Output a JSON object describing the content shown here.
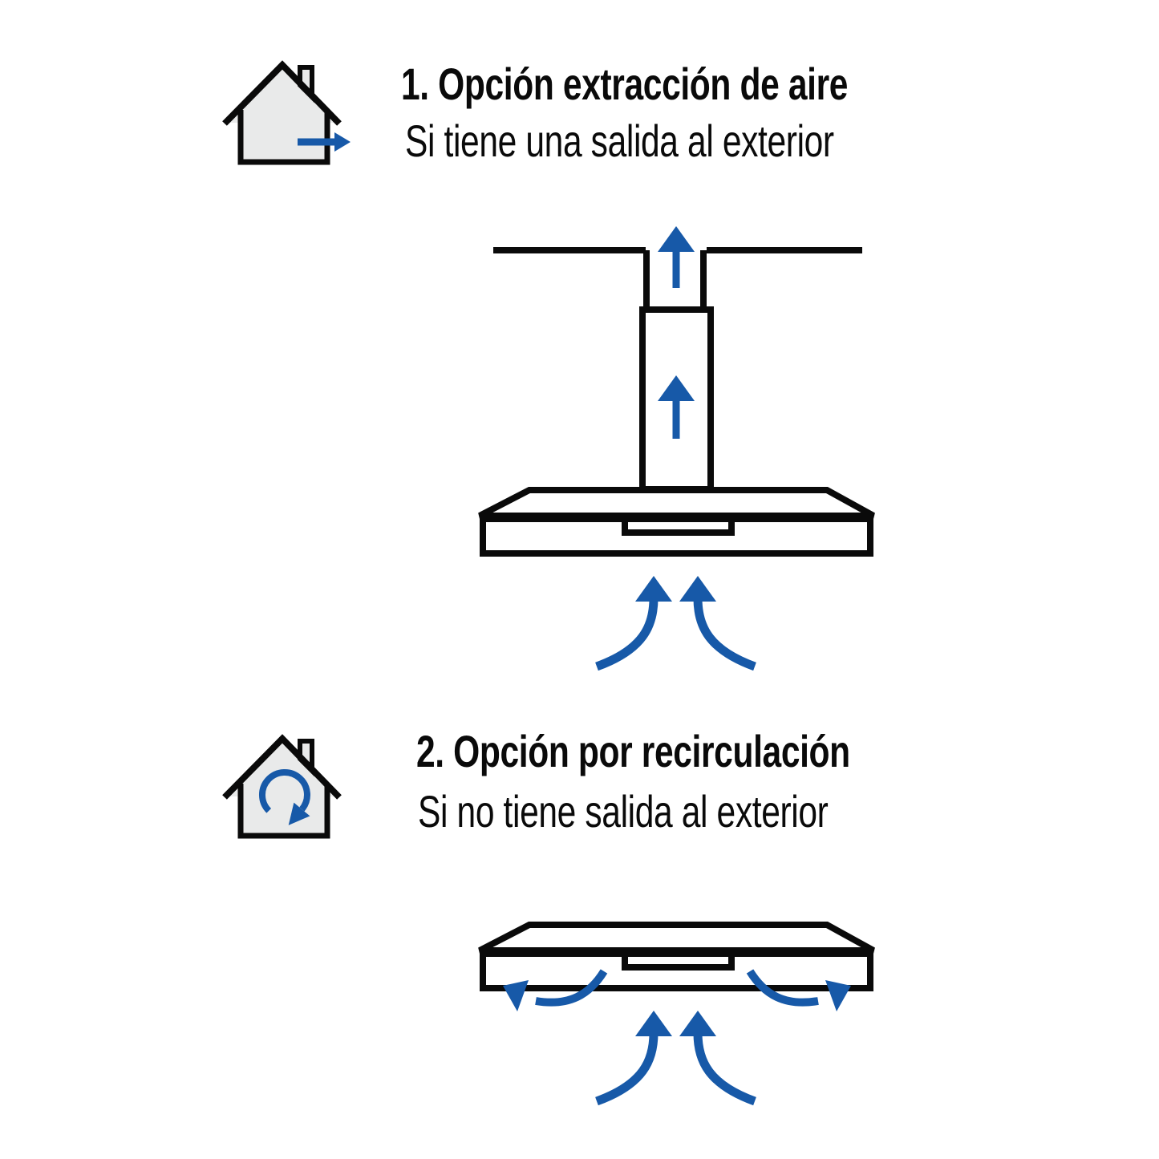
{
  "colors": {
    "ink": "#0a0a0a",
    "accent_blue": "#1759a8",
    "house_fill": "#e9eaea",
    "paper": "#ffffff"
  },
  "sections": [
    {
      "id": "extraction",
      "title": "1. Opción extracción de aire",
      "subtitle": "Si tiene una salida al exterior",
      "icon": "house-with-air-exit-arrow-icon",
      "diagram": "island range hood with chimney duct venting up through the ceiling; blue arrows show air extracted upward and intake air rising into the hood"
    },
    {
      "id": "recirculation",
      "title": "2. Opción por recirculación",
      "subtitle": "Si no tiene salida al exterior",
      "icon": "house-with-recirculation-loop-icon",
      "diagram": "hood without duct; blue arrows show intake air rising and filtered air recirculated out of both sides"
    }
  ]
}
